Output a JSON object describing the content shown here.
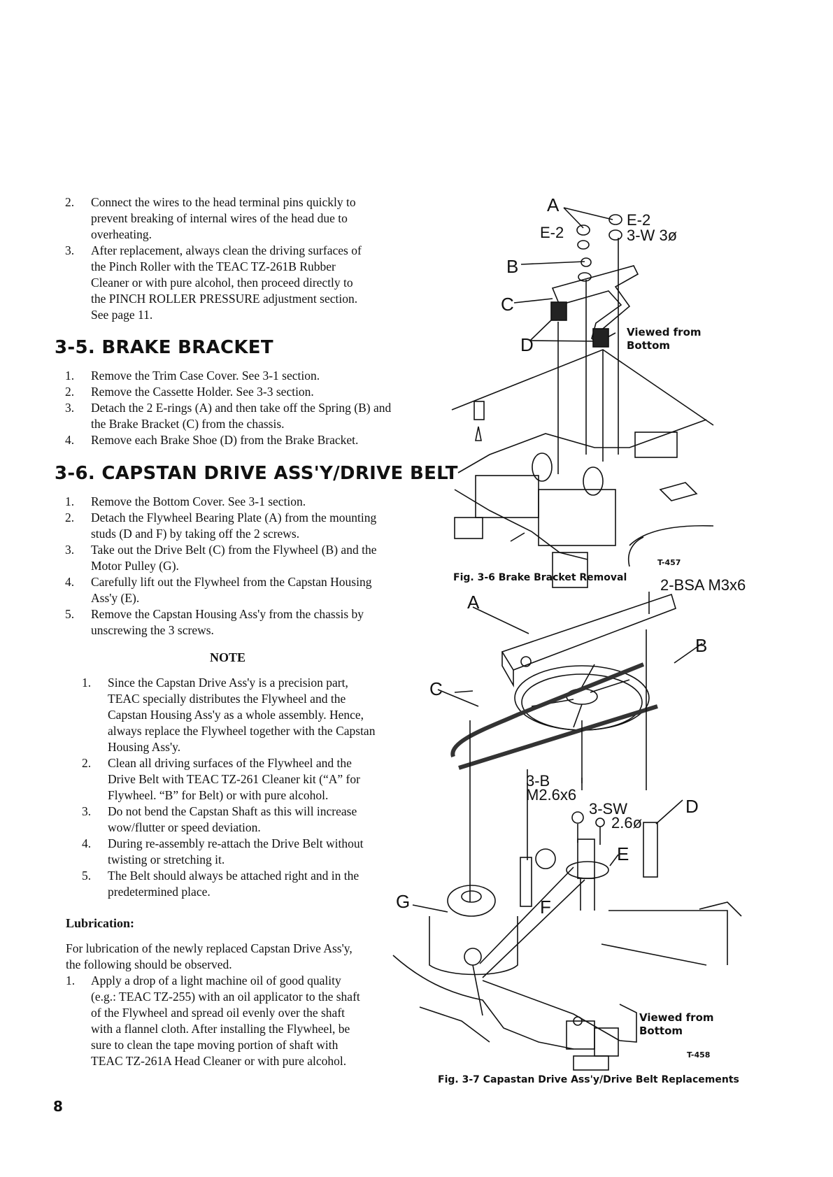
{
  "intro_steps": [
    {
      "num": "2.",
      "text": "Connect the wires to the head terminal pins quickly to prevent breaking of internal wires of the head due to overheating."
    },
    {
      "num": "3.",
      "text": "After replacement, always clean the driving surfaces of the Pinch Roller with the TEAC TZ-261B Rubber Cleaner or with pure alcohol, then proceed directly to the PINCH ROLLER PRESSURE adjustment section. See page 11."
    }
  ],
  "section_35": {
    "title": "3-5. BRAKE BRACKET",
    "steps": [
      {
        "num": "1.",
        "text": "Remove the Trim Case Cover. See 3-1 section."
      },
      {
        "num": "2.",
        "text": "Remove the Cassette Holder. See 3-3 section."
      },
      {
        "num": "3.",
        "text": "Detach the 2 E-rings (A) and then take off the Spring (B) and the Brake Bracket (C) from the chassis."
      },
      {
        "num": "4.",
        "text": "Remove each Brake Shoe (D) from the Brake Bracket."
      }
    ]
  },
  "section_36": {
    "title": "3-6. CAPSTAN DRIVE ASS'Y/DRIVE BELT",
    "steps": [
      {
        "num": "1.",
        "text": "Remove the Bottom Cover. See 3-1 section."
      },
      {
        "num": "2.",
        "text": "Detach the Flywheel Bearing Plate (A) from the mounting studs (D and F) by taking off the 2 screws."
      },
      {
        "num": "3.",
        "text": "Take out the Drive Belt (C) from the Flywheel (B) and the Motor Pulley (G)."
      },
      {
        "num": "4.",
        "text": "Carefully lift out the Flywheel from the Capstan Housing Ass'y (E)."
      },
      {
        "num": "5.",
        "text": "Remove the Capstan Housing Ass'y from the chassis by unscrewing the 3 screws."
      }
    ]
  },
  "note": {
    "heading": "NOTE",
    "items": [
      {
        "num": "1.",
        "text": "Since the Capstan Drive Ass'y is a precision part, TEAC specially distributes the Flywheel and the Capstan Housing Ass'y as a whole assembly. Hence, always replace the Flywheel together with the Capstan Housing Ass'y."
      },
      {
        "num": "2.",
        "text": "Clean all driving surfaces of the Flywheel and the Drive Belt with TEAC TZ-261 Cleaner kit (“A” for Flywheel. “B” for Belt) or with pure alcohol."
      },
      {
        "num": "3.",
        "text": "Do not bend the Capstan Shaft as this will increase wow/flutter or speed deviation."
      },
      {
        "num": "4.",
        "text": "During re-assembly re-attach the Drive Belt without twisting or stretching it."
      },
      {
        "num": "5.",
        "text": "The Belt should always be attached right and in the predetermined place."
      }
    ]
  },
  "lubrication": {
    "heading": "Lubrication:",
    "intro": "For lubrication of the newly replaced Capstan Drive Ass'y, the following should be observed.",
    "items": [
      {
        "num": "1.",
        "text": "Apply a drop of a light machine oil of good quality (e.g.: TEAC TZ-255) with an oil applicator to the shaft of the Flywheel and spread oil evenly over the shaft with a flannel cloth. After installing the Flywheel, be sure to clean the tape moving portion of shaft with TEAC TZ-261A Head Cleaner or with pure alcohol."
      }
    ]
  },
  "fig36": {
    "caption": "Fig. 3-6  Brake Bracket Removal",
    "code": "T-457",
    "viewed": "Viewed from Bottom",
    "labels": {
      "A": "A",
      "B": "B",
      "C": "C",
      "D": "D",
      "e2_left": "E-2",
      "e2_right": "E-2",
      "washer": "3-W 3ø"
    }
  },
  "fig37": {
    "caption": "Fig. 3-7  Capastan Drive Ass'y/Drive Belt Replacements",
    "code": "T-458",
    "viewed": "Viewed from Bottom",
    "labels": {
      "A": "A",
      "B": "B",
      "C": "C",
      "D": "D",
      "E": "E",
      "F": "F",
      "G": "G",
      "screw_top": "2-BSA M3x6",
      "screw_3b": "3-B",
      "screw_3b_size": "M2.6x6",
      "sw": "3-SW",
      "sw_size": "2.6ø"
    }
  },
  "page_number": "8"
}
